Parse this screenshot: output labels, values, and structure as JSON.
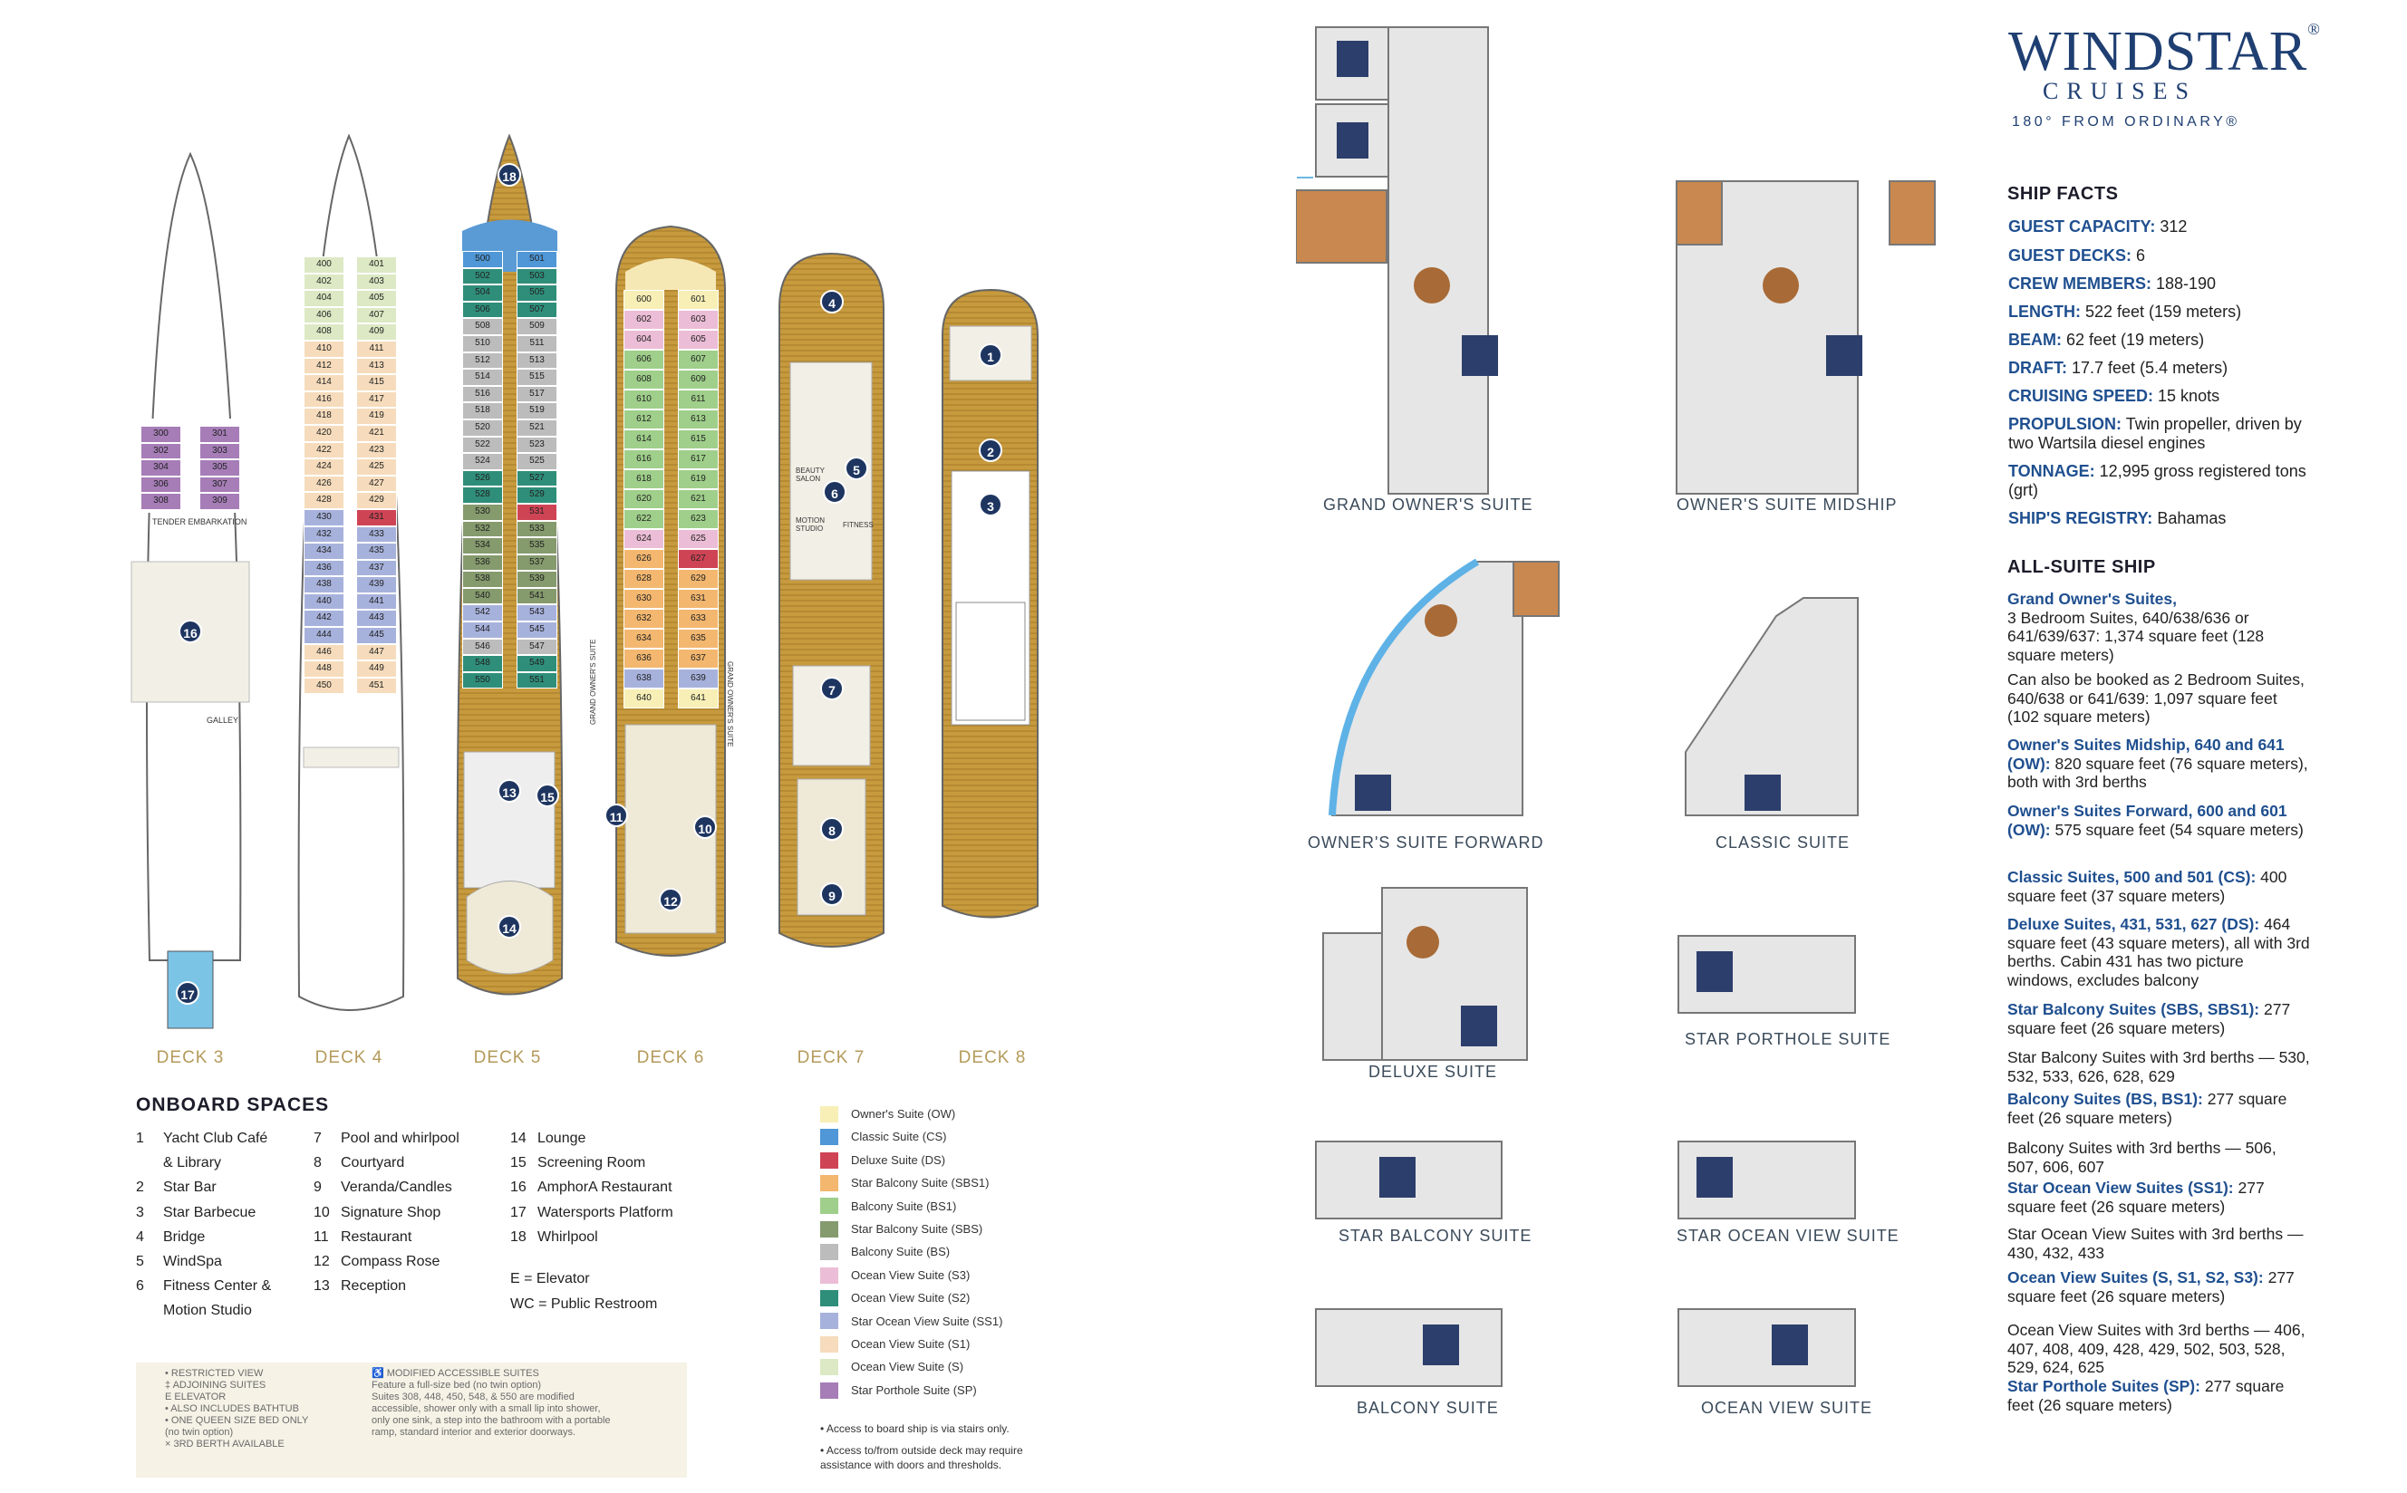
{
  "decks": [
    "DECK 3",
    "DECK 4",
    "DECK 5",
    "DECK 6",
    "DECK 7",
    "DECK 8"
  ],
  "deck_markers": [
    "16",
    "17",
    "18",
    "13",
    "15",
    "14",
    "11",
    "10",
    "12",
    "4",
    "5",
    "6",
    "7",
    "8",
    "9",
    "1",
    "2",
    "3"
  ],
  "deck_text": {
    "tender": "TENDER EMBARKATION",
    "galley": "GALLEY",
    "grand_owners_suite_vertical_1": "GRAND OWNER'S SUITE",
    "grand_owners_suite_vertical_2": "GRAND OWNER'S SUITE",
    "beauty_salon": "BEAUTY SALON",
    "motion_studio": "MOTION STUDIO",
    "fitness": "FITNESS"
  },
  "cabins": {
    "deck3_left": [
      "300",
      "302",
      "304",
      "306",
      "308"
    ],
    "deck3_right": [
      "301",
      "303",
      "305",
      "307",
      "309"
    ],
    "deck4_left": [
      "400",
      "402",
      "404",
      "406",
      "408",
      "410",
      "412",
      "414",
      "416",
      "418",
      "420",
      "422",
      "424",
      "426",
      "428",
      "430",
      "432",
      "434",
      "436",
      "438",
      "440",
      "442",
      "444",
      "446",
      "448",
      "450"
    ],
    "deck4_right": [
      "401",
      "403",
      "405",
      "407",
      "409",
      "411",
      "413",
      "415",
      "417",
      "419",
      "421",
      "423",
      "425",
      "427",
      "429",
      "431",
      "433",
      "435",
      "437",
      "439",
      "441",
      "443",
      "445",
      "447",
      "449",
      "451"
    ],
    "deck5_left": [
      "500",
      "502",
      "504",
      "506",
      "508",
      "510",
      "512",
      "514",
      "516",
      "518",
      "520",
      "522",
      "524",
      "526",
      "528",
      "530",
      "532",
      "534",
      "536",
      "538",
      "540",
      "542",
      "544",
      "546",
      "548",
      "550"
    ],
    "deck5_right": [
      "501",
      "503",
      "505",
      "507",
      "509",
      "511",
      "513",
      "515",
      "517",
      "519",
      "521",
      "523",
      "525",
      "527",
      "529",
      "531",
      "533",
      "535",
      "537",
      "539",
      "541",
      "543",
      "545",
      "547",
      "549",
      "551"
    ],
    "deck6_left": [
      "600",
      "602",
      "604",
      "606",
      "608",
      "610",
      "612",
      "614",
      "616",
      "618",
      "620",
      "622",
      "624",
      "626",
      "628",
      "630",
      "632",
      "634",
      "636",
      "638",
      "640"
    ],
    "deck6_right": [
      "601",
      "603",
      "605",
      "607",
      "609",
      "611",
      "613",
      "615",
      "617",
      "619",
      "621",
      "623",
      "625",
      "627",
      "629",
      "631",
      "633",
      "635",
      "637",
      "639",
      "641"
    ]
  },
  "onboard": {
    "title": "ONBOARD SPACES",
    "col1": [
      {
        "n": "1",
        "t": "Yacht Club Café"
      },
      {
        "n": "",
        "t": "& Library"
      },
      {
        "n": "2",
        "t": "Star Bar"
      },
      {
        "n": "3",
        "t": "Star Barbecue"
      },
      {
        "n": "4",
        "t": "Bridge"
      },
      {
        "n": "5",
        "t": "WindSpa"
      },
      {
        "n": "6",
        "t": "Fitness Center &"
      },
      {
        "n": "",
        "t": "Motion Studio"
      }
    ],
    "col2": [
      {
        "n": "7",
        "t": "Pool and whirlpool"
      },
      {
        "n": "8",
        "t": "Courtyard"
      },
      {
        "n": "9",
        "t": "Veranda/Candles"
      },
      {
        "n": "10",
        "t": "Signature Shop"
      },
      {
        "n": "11",
        "t": "Restaurant"
      },
      {
        "n": "12",
        "t": "Compass Rose"
      },
      {
        "n": "13",
        "t": "Reception"
      }
    ],
    "col3": [
      {
        "n": "14",
        "t": "Lounge"
      },
      {
        "n": "15",
        "t": "Screening Room"
      },
      {
        "n": "16",
        "t": "AmphorA Restaurant"
      },
      {
        "n": "17",
        "t": "Watersports Platform"
      },
      {
        "n": "18",
        "t": "Whirlpool"
      }
    ],
    "elevator": "E      = Elevator",
    "restroom": "WC = Public Restroom"
  },
  "legend": [
    {
      "label": "Owner's Suite (OW)",
      "color": "#f7efb6"
    },
    {
      "label": "Classic Suite (CS)",
      "color": "#4f97d6"
    },
    {
      "label": "Deluxe Suite (DS)",
      "color": "#cf4455"
    },
    {
      "label": "Star Balcony Suite (SBS1)",
      "color": "#f3b76f"
    },
    {
      "label": "Balcony Suite (BS1)",
      "color": "#9fcf8a"
    },
    {
      "label": "Star Balcony Suite (SBS)",
      "color": "#859a6d"
    },
    {
      "label": "Balcony Suite (BS)",
      "color": "#bcbcbc"
    },
    {
      "label": "Ocean View Suite (S3)",
      "color": "#ecbdd6"
    },
    {
      "label": "Ocean View Suite (S2)",
      "color": "#2f8e7a"
    },
    {
      "label": "Star Ocean View Suite (SS1)",
      "color": "#a7b2dc"
    },
    {
      "label": "Ocean View Suite (S1)",
      "color": "#f6dcbc"
    },
    {
      "label": "Ocean View Suite (S)",
      "color": "#dce9c4"
    },
    {
      "label": "Star Porthole Suite (SP)",
      "color": "#a67db7"
    }
  ],
  "legend_notes": [
    "• Access to board ship is via stairs only.",
    "• Access to/from outside deck may require",
    "  assistance with doors and thresholds."
  ],
  "key": {
    "left": [
      "• RESTRICTED VIEW",
      "‡ ADJOINING SUITES",
      "E ELEVATOR",
      "• ALSO INCLUDES BATHTUB",
      "• ONE QUEEN SIZE BED ONLY",
      "(no twin option)",
      "× 3RD BERTH AVAILABLE"
    ],
    "right": [
      "♿ MODIFIED ACCESSIBLE SUITES",
      "Feature a full-size bed (no twin option)",
      "Suites 308, 448, 450, 548, & 550 are modified",
      "accessible, shower only with a small lip into shower,",
      "only one sink, a step into the bathroom with a portable",
      "ramp, standard interior and exterior doorways."
    ]
  },
  "suites": [
    {
      "label": "GRAND OWNER'S SUITE"
    },
    {
      "label": "OWNER'S SUITE MIDSHIP"
    },
    {
      "label": "OWNER'S SUITE FORWARD"
    },
    {
      "label": "CLASSIC SUITE"
    },
    {
      "label": "DELUXE SUITE"
    },
    {
      "label": "STAR PORTHOLE SUITE"
    },
    {
      "label": "STAR BALCONY SUITE"
    },
    {
      "label": "STAR OCEAN VIEW SUITE"
    },
    {
      "label": "BALCONY SUITE"
    },
    {
      "label": "OCEAN VIEW SUITE"
    }
  ],
  "brand": {
    "name": "WINDSTAR",
    "reg": "®",
    "sub": "CRUISES",
    "tagline": "180° FROM ORDINARY®"
  },
  "ship_facts": {
    "title": "SHIP FACTS",
    "items": [
      {
        "k": "GUEST CAPACITY:",
        "v": " 312"
      },
      {
        "k": "GUEST DECKS:",
        "v": " 6"
      },
      {
        "k": "CREW MEMBERS:",
        "v": " 188-190"
      },
      {
        "k": "LENGTH:",
        "v": " 522 feet (159 meters)"
      },
      {
        "k": "BEAM:",
        "v": " 62 feet (19 meters)"
      },
      {
        "k": "DRAFT:",
        "v": " 17.7 feet (5.4 meters)"
      },
      {
        "k": "CRUISING SPEED:",
        "v": " 15 knots"
      },
      {
        "k": "PROPULSION:",
        "v": " Twin propeller, driven by two Wartsila diesel engines"
      },
      {
        "k": "TONNAGE:",
        "v": " 12,995 gross registered tons (grt)"
      },
      {
        "k": "SHIP'S REGISTRY:",
        "v": " Bahamas"
      }
    ]
  },
  "all_suite": {
    "title": "ALL-SUITE SHIP",
    "items": [
      {
        "h": "Grand Owner's Suites,",
        "b": "3 Bedroom Suites, 640/638/636 or 641/639/637: 1,374 square feet (128 square meters)"
      },
      {
        "h": "",
        "b": "Can also be booked as 2 Bedroom Suites, 640/638 or 641/639: 1,097 square feet (102 square meters)"
      },
      {
        "h": "Owner's Suites Midship, 640 and 641 (OW):",
        "b": " 820 square feet (76 square meters), both with 3rd berths"
      },
      {
        "h": "Owner's Suites Forward, 600 and 601 (OW):",
        "b": " 575 square feet (54 square meters)"
      },
      {
        "h": "Classic Suites, 500 and 501 (CS):",
        "b": " 400 square feet (37 square meters)"
      },
      {
        "h": "Deluxe Suites, 431, 531, 627 (DS):",
        "b": " 464 square feet (43 square meters), all with 3rd berths. Cabin 431 has two picture windows, excludes balcony"
      },
      {
        "h": "Star Balcony Suites (SBS, SBS1):",
        "b": " 277 square feet (26 square meters)"
      },
      {
        "h": "",
        "b": "Star Balcony Suites with 3rd berths — 530, 532, 533, 626, 628, 629"
      },
      {
        "h": "Balcony Suites (BS, BS1):",
        "b": " 277 square feet (26 square meters)"
      },
      {
        "h": "",
        "b": "Balcony Suites with 3rd berths — 506, 507, 606, 607"
      },
      {
        "h": "Star Ocean View Suites (SS1):",
        "b": " 277 square feet (26 square meters)"
      },
      {
        "h": "",
        "b": "Star Ocean View Suites with 3rd berths — 430, 432, 433"
      },
      {
        "h": "Ocean View Suites (S, S1, S2, S3):",
        "b": " 277 square feet (26 square meters)"
      },
      {
        "h": "",
        "b": "Ocean View Suites with 3rd berths — 406, 407, 408, 409, 428, 429, 502, 503, 528, 529, 624, 625"
      },
      {
        "h": "Star Porthole Suites (SP):",
        "b": " 277 square feet (26 square meters)"
      }
    ]
  }
}
